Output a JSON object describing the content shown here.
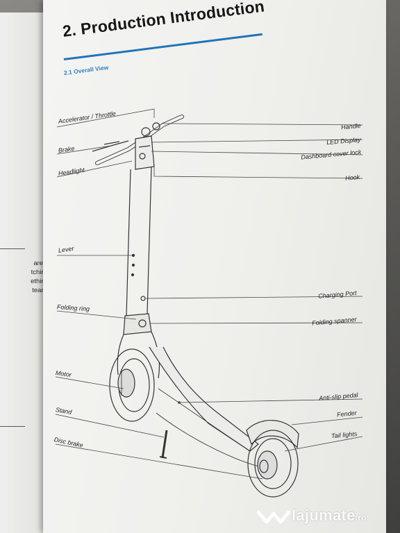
{
  "left_page": {
    "lines": [
      "area,",
      "tching",
      "ething",
      "team,"
    ]
  },
  "header": {
    "title": "2. Production Introduction",
    "subtitle": "2.1 Overall View"
  },
  "labels_left": {
    "accelerator": "Accelerator / Throttle",
    "brake": "Brake",
    "headlight": "Headlight",
    "lever": "Lever",
    "folding_ring": "Folding ring",
    "motor": "Motor",
    "stand": "Stand",
    "disc_brake": "Disc brake"
  },
  "labels_right": {
    "handle": "Handle",
    "led_display": "LED Display",
    "dashboard_cover_lock": "Dashboard cover lock",
    "hook": "Hook",
    "charging_port": "Charging Port",
    "folding_spanner": "Folding spanner",
    "anti_slip_pedal": "Anti-slip pedal",
    "fender": "Fender",
    "tail_lights": "Tail lights"
  },
  "watermark": {
    "brand": "lajumate",
    "tld": ".ro"
  },
  "colors": {
    "accent": "#1f74b8",
    "subtitle": "#2f7fc2",
    "ink": "#222222"
  }
}
